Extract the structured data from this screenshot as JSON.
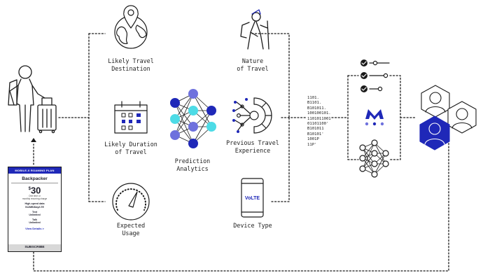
{
  "labels": {
    "destination": "Likely Travel\nDestination",
    "nature": "Nature\nof Travel",
    "duration": "Likely Duration\nof Travel",
    "prediction": "Prediction\nAnalytics",
    "experience": "Previous Travel\nExperience",
    "usage": "Expected\nUsage",
    "device": "Device Type"
  },
  "device_badge": "VoLTE",
  "binary_lines": [
    "1101.",
    "B1101.",
    "B101011.",
    "100100101.",
    "1101011001",
    "01101100'",
    "B101011",
    "B10101'",
    "1001P",
    "11P'"
  ],
  "phone": {
    "header": "MOBILE-X ROAMING PLAN",
    "plan": "Backpacker",
    "price_symbol": "$",
    "price": "30",
    "price_note": "One time or\nmonthly recurring charge",
    "features": [
      "High-speed data\n512MB/Day/LTE",
      "Text\nUnlimited",
      "Talk\nUnlimited"
    ],
    "details_link": "View Details >",
    "button": "SUBSCRIBE"
  },
  "colors": {
    "accent_blue": "#1f28b8",
    "cyan": "#4ddbe6",
    "purple": "#6e71dd",
    "line": "#1a1a1a"
  }
}
